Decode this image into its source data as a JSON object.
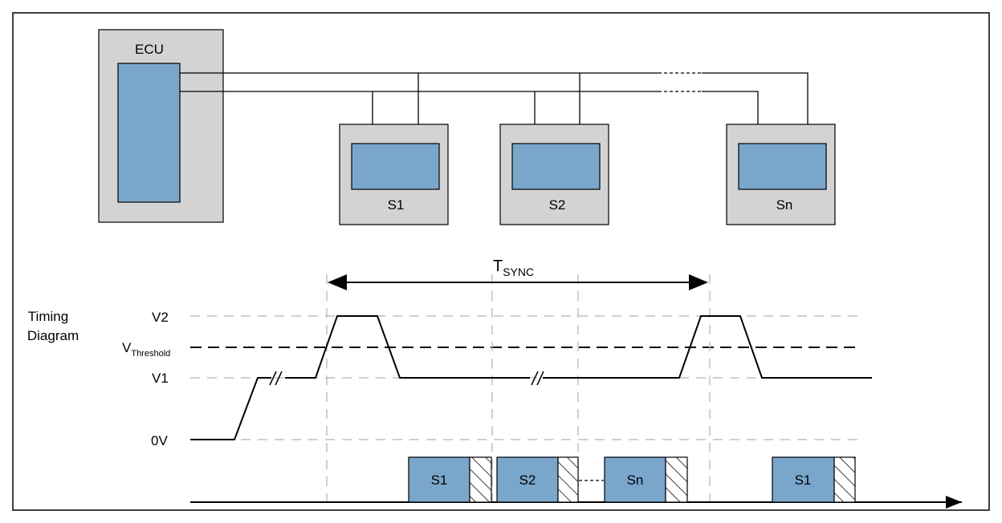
{
  "ecu": {
    "label": "ECU"
  },
  "sensors": [
    {
      "label": "S1"
    },
    {
      "label": "S2"
    },
    {
      "label": "Sn"
    }
  ],
  "timing": {
    "label_line1": "Timing",
    "label_line2": "Diagram",
    "v2": "V2",
    "v_threshold_main": "V",
    "v_threshold_sub": "Threshold",
    "v1": "V1",
    "zero": "0V",
    "tsync_main": "T",
    "tsync_sub": "SYNC"
  },
  "slots": [
    {
      "label": "S1"
    },
    {
      "label": "S2"
    },
    {
      "label": "Sn"
    },
    {
      "label": "S1"
    }
  ],
  "colors": {
    "box_fill": "#d3d3d3",
    "chip_fill": "#7aa6cc",
    "dash": "#c0c0c0"
  }
}
